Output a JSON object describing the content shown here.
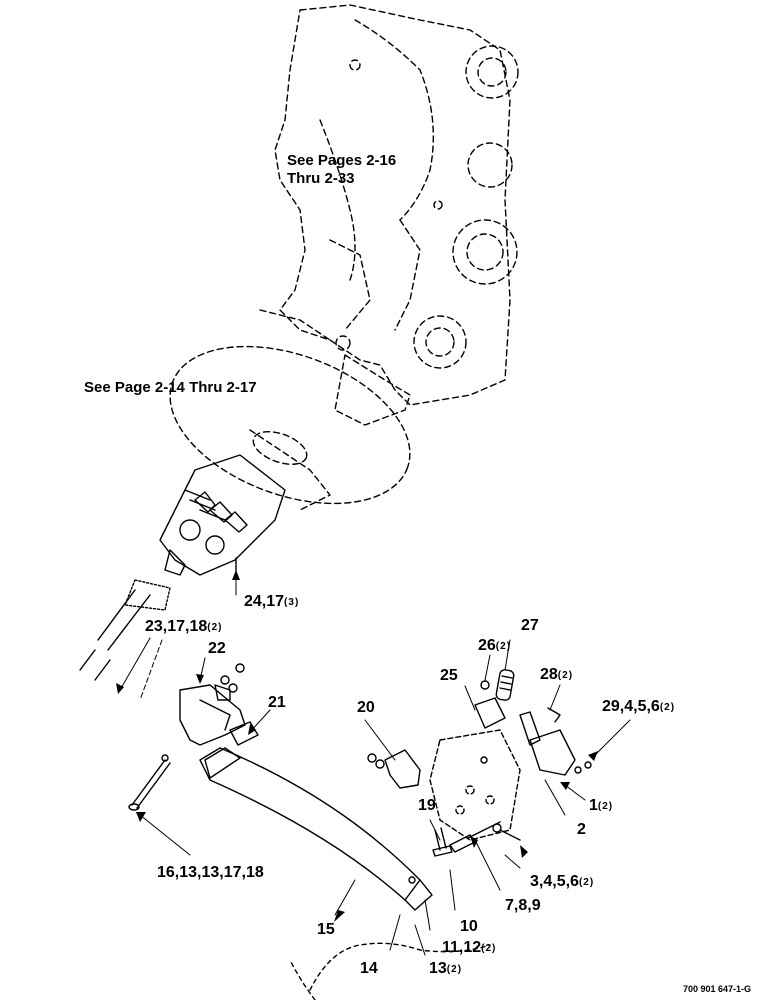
{
  "refs": {
    "pages_2_16": "See Pages 2-16\nThru 2-33",
    "page_2_14": "See Page 2-14 Thru 2-17"
  },
  "callouts": {
    "c24_17": {
      "text": "24,17",
      "qty": "(3)"
    },
    "c23_17_18": {
      "text": "23,17,18",
      "qty": "(2)"
    },
    "c22": {
      "text": "22"
    },
    "c21": {
      "text": "21"
    },
    "c20": {
      "text": "20"
    },
    "c26": {
      "text": "26",
      "qty": "(2)"
    },
    "c27": {
      "text": "27"
    },
    "c25": {
      "text": "25"
    },
    "c28": {
      "text": "28",
      "qty": "(2)"
    },
    "c29_4_5_6": {
      "text": "29,4,5,6",
      "qty": "(2)"
    },
    "c1": {
      "text": "1",
      "qty": "(2)"
    },
    "c2": {
      "text": "2"
    },
    "c19": {
      "text": "19"
    },
    "c3_4_5_6": {
      "text": "3,4,5,6",
      "qty": "(2)"
    },
    "c7_8_9": {
      "text": "7,8,9"
    },
    "c10": {
      "text": "10"
    },
    "c11_12": {
      "text": "11,12",
      "qty": "(2)"
    },
    "c16_13": {
      "text": "16,13,13,17,18"
    },
    "c15": {
      "text": "15"
    },
    "c14": {
      "text": "14"
    },
    "c13": {
      "text": "13",
      "qty": "(2)"
    }
  },
  "figure_id": "700 901 647-1-G"
}
